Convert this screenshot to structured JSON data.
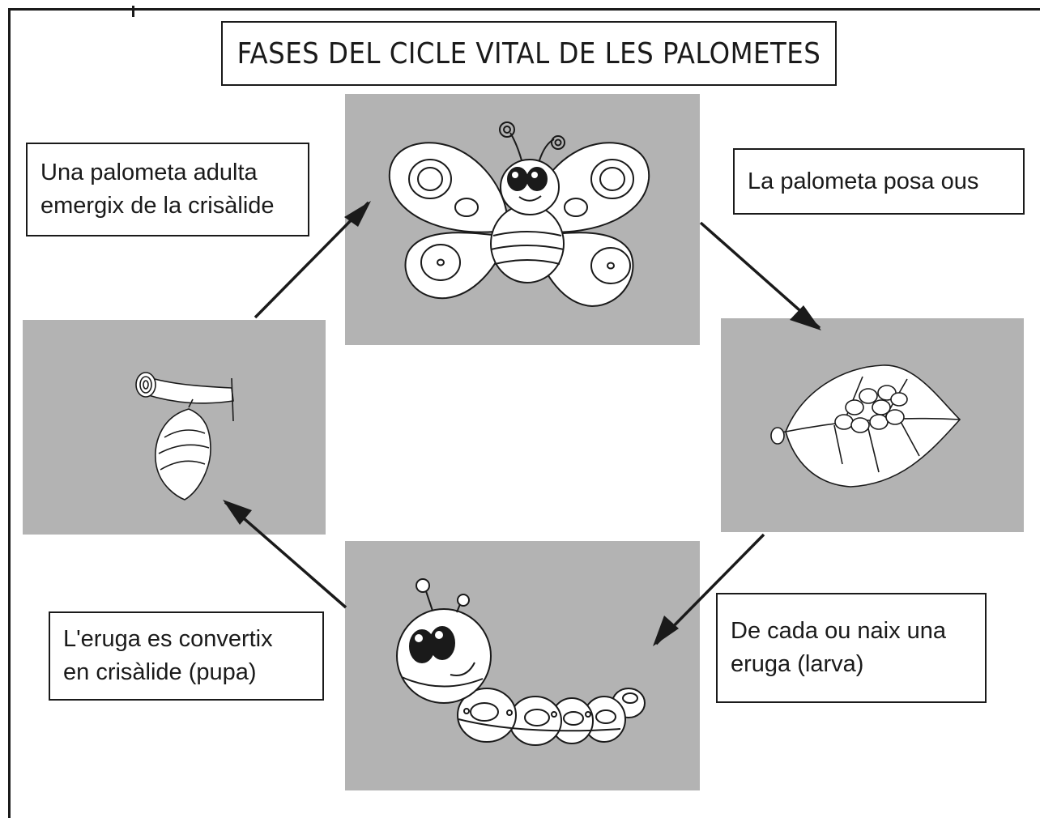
{
  "title": "FASES DEL CICLE VITAL DE LES PALOMETES",
  "stages": [
    {
      "id": "adult",
      "caption_lines": [
        "Una palometa adulta",
        "emergix de la crisàlide"
      ]
    },
    {
      "id": "eggs",
      "caption_lines": [
        "La palometa posa ous"
      ]
    },
    {
      "id": "larva",
      "caption_lines": [
        "De cada ou naix una",
        "eruga (larva)"
      ]
    },
    {
      "id": "pupa",
      "caption_lines": [
        "L'eruga es convertix",
        "en crisàlide (pupa)"
      ]
    }
  ],
  "colors": {
    "panel_background": "#b3b3b3",
    "line": "#1a1a1a",
    "paper": "#ffffff"
  },
  "icons": [
    "butterfly-illustration",
    "leaf-with-eggs-illustration",
    "caterpillar-illustration",
    "chrysalis-illustration"
  ]
}
